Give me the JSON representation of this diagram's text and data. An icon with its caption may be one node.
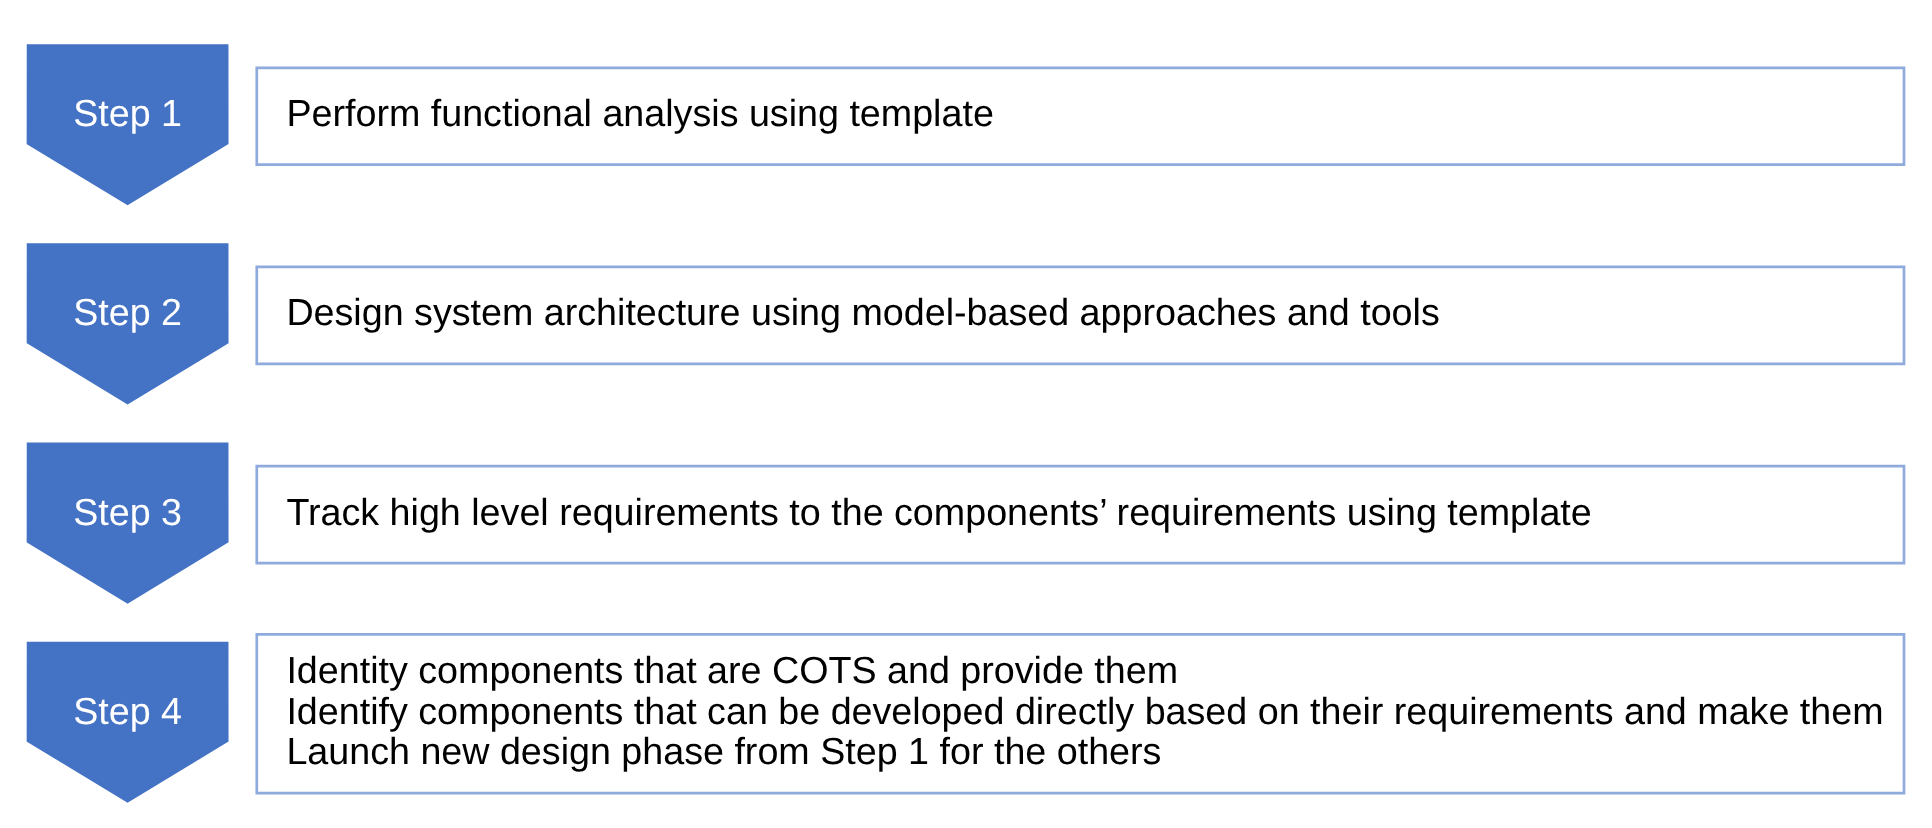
{
  "diagram": {
    "nodes": [
      {
        "text": [
          "Step 1"
        ]
      },
      {
        "text": [
          "Perform functional analysis using template"
        ]
      },
      {
        "text": [
          "Step 2"
        ]
      },
      {
        "text": [
          "Design system architecture using model-based approaches and tools"
        ]
      },
      {
        "text": [
          "Step 3"
        ]
      },
      {
        "text": [
          "Track high level requirements to the components’ requirements using template"
        ]
      },
      {
        "text": [
          "Step 4"
        ]
      },
      {
        "text": [
          "Identity components that are COTS and provide them",
          "Identify components that can be developed directly based on their requirements and make them",
          "Launch new design phase from Step 1 for the others"
        ]
      }
    ]
  }
}
